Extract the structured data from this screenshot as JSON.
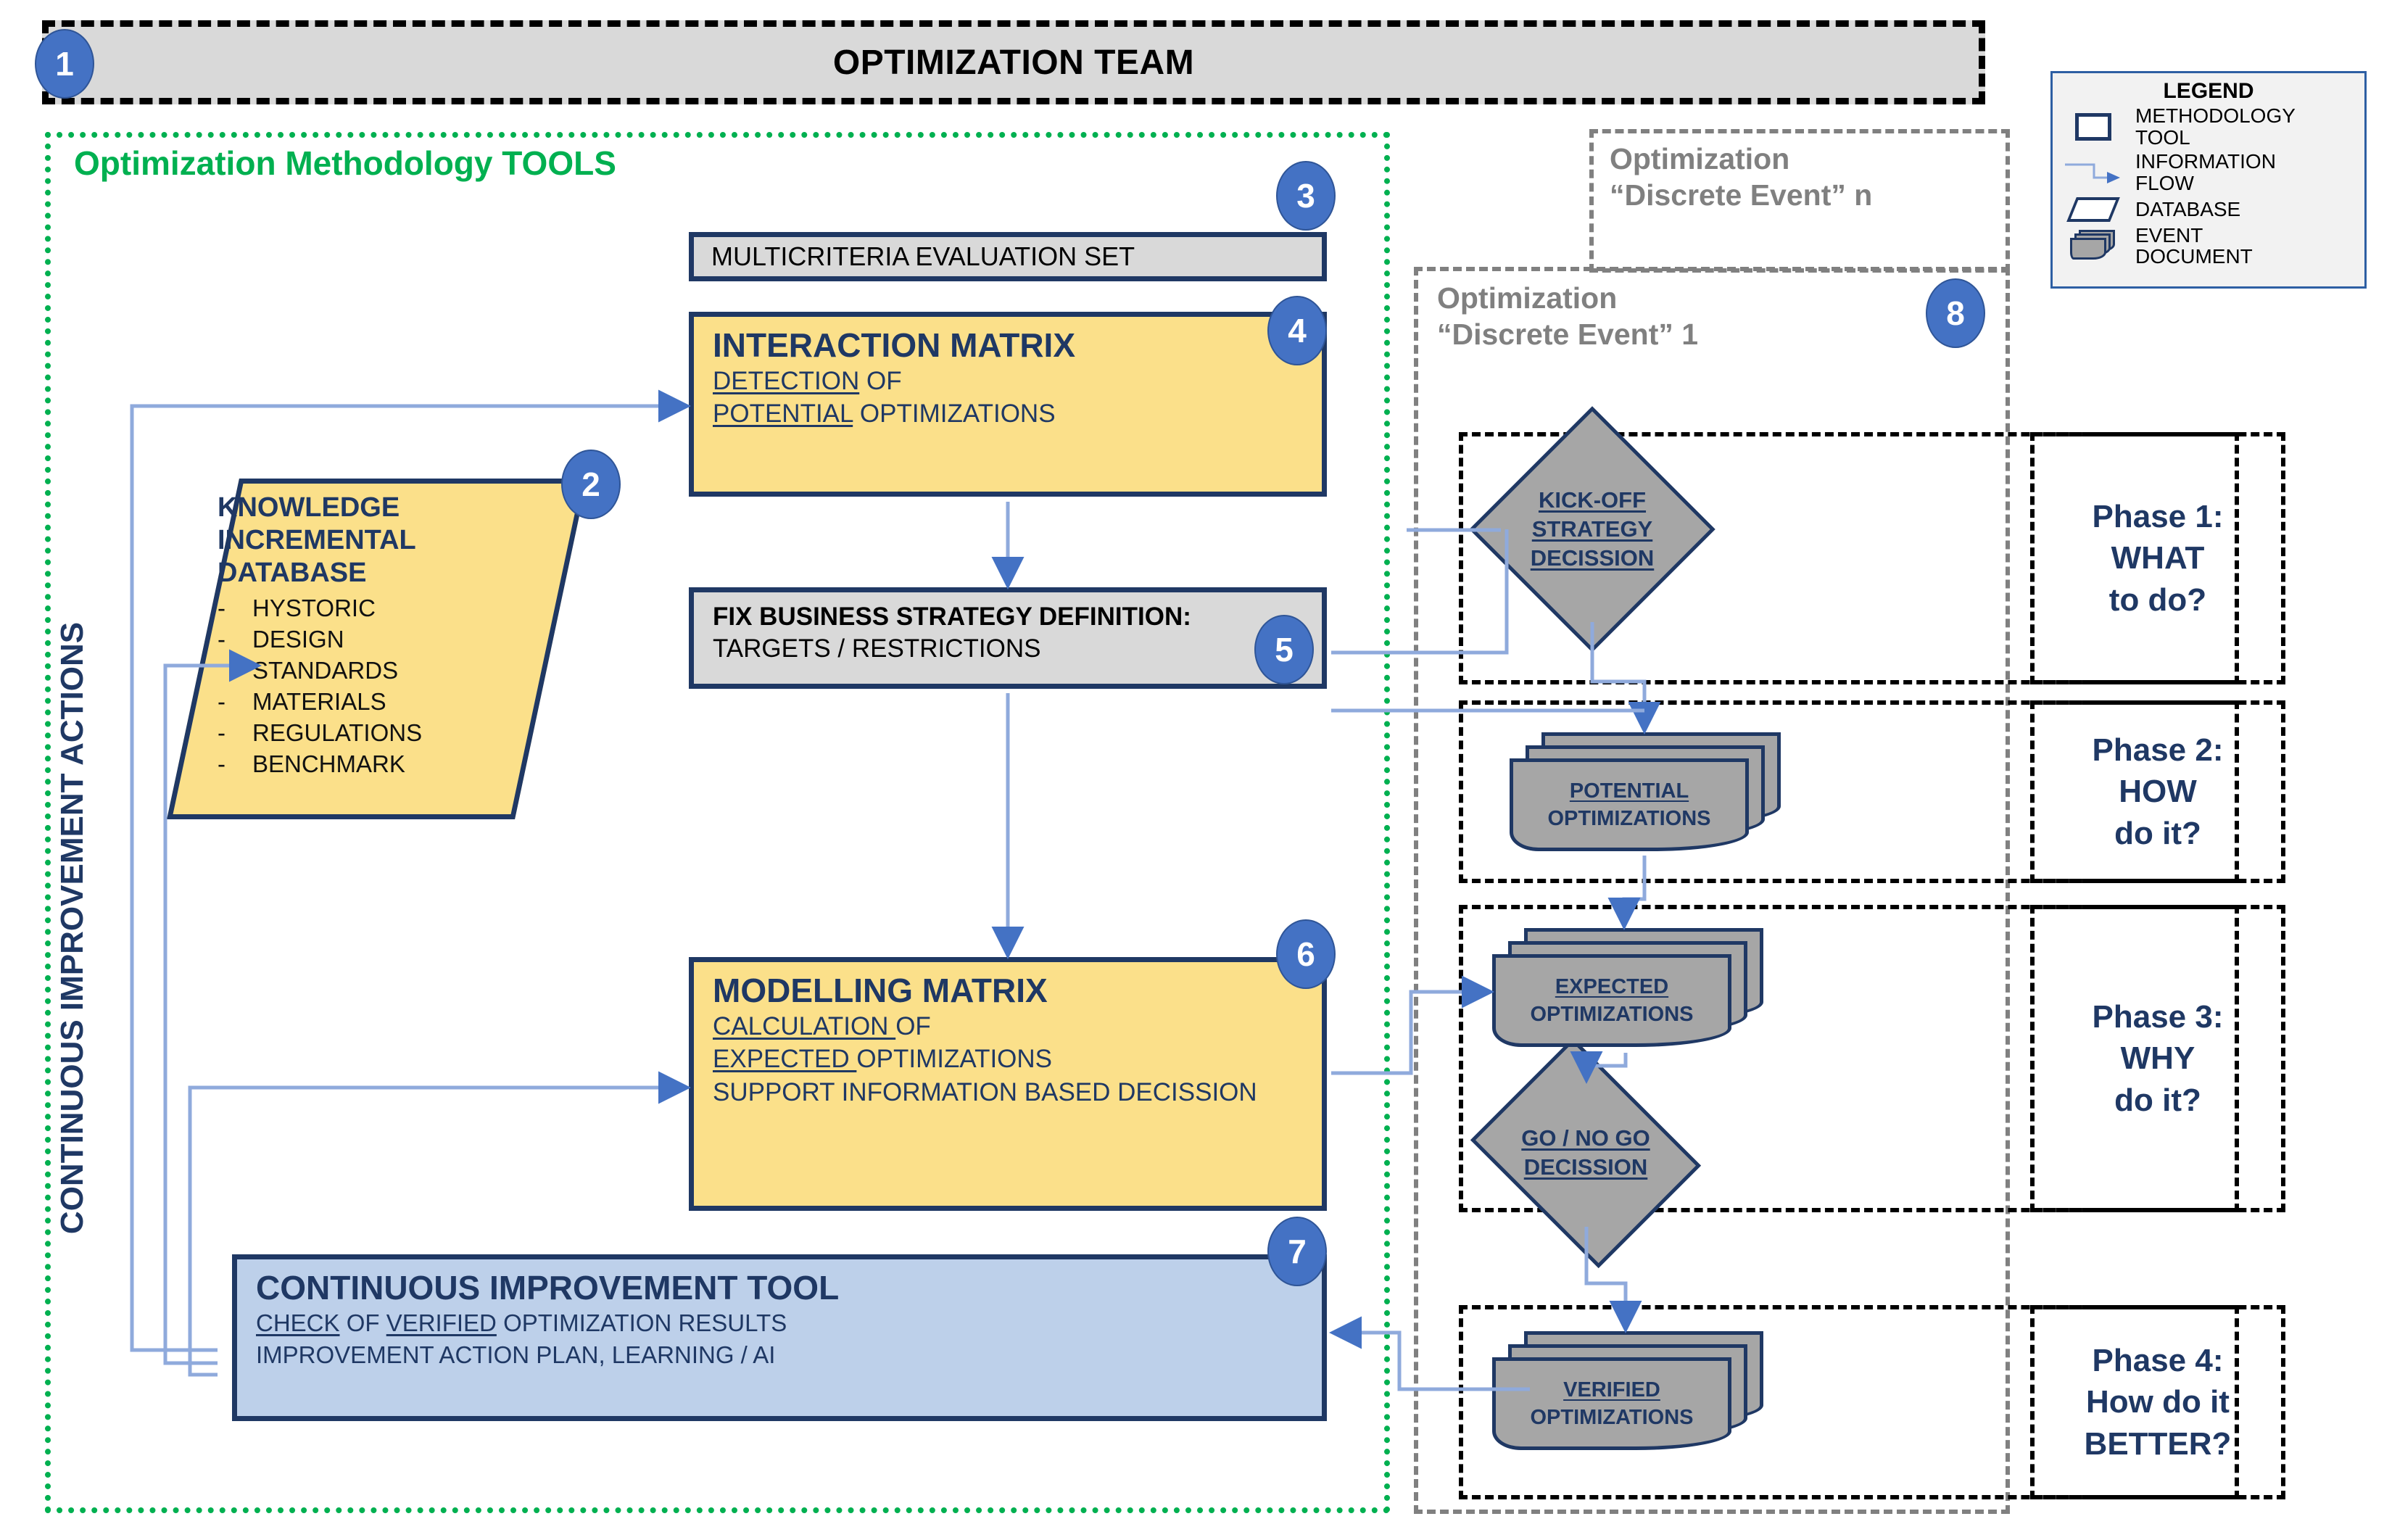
{
  "header": {
    "title": "OPTIMIZATION TEAM",
    "badge": "1"
  },
  "tools_container": {
    "label": "Optimization Methodology TOOLS"
  },
  "side_label": {
    "text": "CONTINUOUS IMPROVEMENT ACTIONS"
  },
  "nodes": {
    "multicriteria": {
      "title": "MULTICRITERIA EVALUATION SET",
      "badge": "3"
    },
    "interaction_matrix": {
      "title": "INTERACTION MATRIX",
      "line1_u": "DETECTION",
      "line1_rest": "OF",
      "line2_u": "POTENTIAL",
      "line2_rest": "OPTIMIZATIONS",
      "badge": "4"
    },
    "fix_strategy": {
      "line1": "FIX BUSINESS STRATEGY DEFINITION:",
      "line2": "TARGETS / RESTRICTIONS",
      "badge": "5"
    },
    "modelling_matrix": {
      "title": "MODELLING MATRIX",
      "line1_u": "CALCULATION ",
      "line1_rest": "OF",
      "line2_u": "EXPECTED ",
      "line2_rest": "OPTIMIZATIONS",
      "line3": "SUPPORT INFORMATION BASED DECISSION",
      "badge": "6"
    },
    "continuous_improvement_tool": {
      "title": "CONTINUOUS IMPROVEMENT TOOL",
      "line1_a_u": "CHECK",
      "line1_b": " OF ",
      "line1_c_u": "VERIFIED",
      "line1_d": " OPTIMIZATION RESULTS",
      "line2": "IMPROVEMENT ACTION PLAN,  LEARNING / AI",
      "badge": "7"
    },
    "knowledge_database": {
      "title_l1": "KNOWLEDGE",
      "title_l2": "INCREMENTAL",
      "title_l3": "DATABASE",
      "items": [
        "HYSTORIC",
        "DESIGN",
        "STANDARDS",
        "MATERIALS",
        "REGULATIONS",
        "BENCHMARK"
      ],
      "badge": "2"
    }
  },
  "discrete_events": {
    "n": {
      "line1": "Optimization",
      "line2": "“Discrete Event” n"
    },
    "one": {
      "line1": "Optimization",
      "line2": "“Discrete Event”  1",
      "badge": "8"
    }
  },
  "phases": [
    {
      "id": "phase-1",
      "title": "Phase 1:",
      "line2": "WHAT",
      "line3": "to do?"
    },
    {
      "id": "phase-2",
      "title": "Phase 2:",
      "line2": "HOW",
      "line3": "do it?"
    },
    {
      "id": "phase-3",
      "title": "Phase 3:",
      "line2": "WHY",
      "line3": "do it?"
    },
    {
      "id": "phase-4",
      "title": "Phase 4:",
      "line2": "How do it",
      "line3": "BETTER?"
    }
  ],
  "events": {
    "kickoff": {
      "l1": "KICK-OFF",
      "l2": "STRATEGY",
      "l3": "DECISSION"
    },
    "gonogo": {
      "l1": "GO / NO GO",
      "l2": "DECISSION"
    },
    "potential_docs": {
      "l1": "POTENTIAL",
      "l2": "OPTIMIZATIONS"
    },
    "expected_docs": {
      "l1": "EXPECTED",
      "l2": "OPTIMIZATIONS"
    },
    "verified_docs": {
      "l1": "VERIFIED",
      "l2": "OPTIMIZATIONS"
    }
  },
  "legend": {
    "title": "LEGEND",
    "items": [
      {
        "icon": "methodology-tool-icon",
        "l1": "METHODOLOGY",
        "l2": "TOOL"
      },
      {
        "icon": "information-flow-icon",
        "l1": "INFORMATION",
        "l2": "FLOW"
      },
      {
        "icon": "database-icon",
        "l1": "DATABASE",
        "l2": ""
      },
      {
        "icon": "event-document-icon",
        "l1": "EVENT",
        "l2": "DOCUMENT"
      }
    ]
  },
  "colors": {
    "accent_blue": "#4472c4",
    "dark_blue": "#1f3864",
    "tool_yellow": "#fbe08a",
    "improvement_blue": "#bdd0ea",
    "grey_fill": "#d9d9d9",
    "event_grey": "#a6a6a6",
    "green_dotted": "#00b050",
    "flow_line": "#8faadc"
  }
}
